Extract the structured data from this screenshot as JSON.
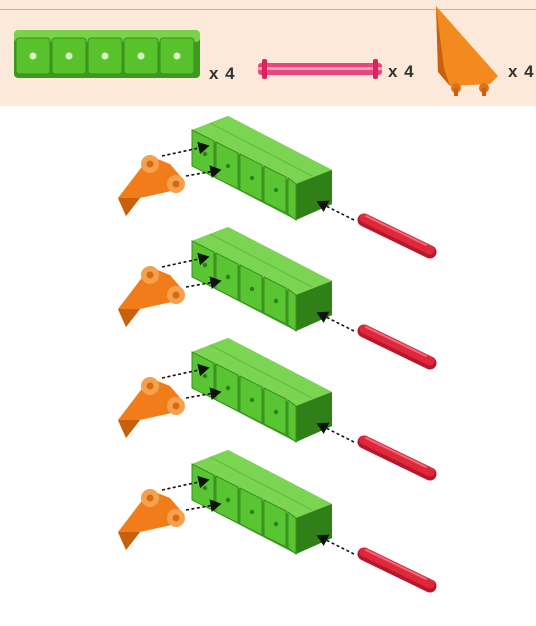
{
  "parts_list": {
    "items": [
      {
        "name": "green-cube-bar",
        "quantity_label": "x 4"
      },
      {
        "name": "red-axle",
        "quantity_label": "x 4"
      },
      {
        "name": "orange-fin",
        "quantity_label": "x 4"
      }
    ]
  },
  "assembly": {
    "step_count": 4
  },
  "colors": {
    "panel_background": "#fde9d9",
    "cube_green": "#4caf2a",
    "axle_red": "#d9243a",
    "fin_orange": "#f07d1a",
    "arrow": "#111111"
  }
}
